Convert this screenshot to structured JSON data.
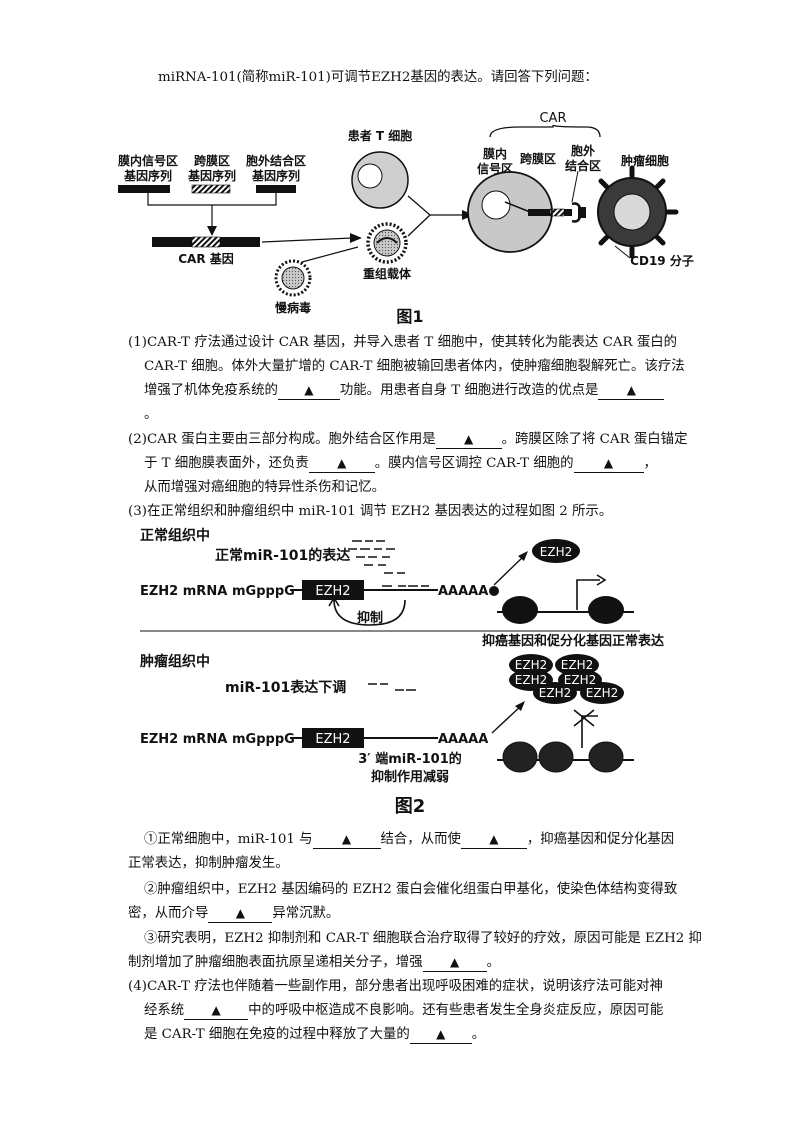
{
  "intro": "miRNA-101(简称miR-101)可调节EZH2基因的表达。请回答下列问题：",
  "blank_symbol": "▲",
  "fig1": {
    "caption": "图1",
    "patient_t_cell": "患者 T 细胞",
    "seg1_line1": "膜内信号区",
    "seg1_line2": "基因序列",
    "seg2_line1": "跨膜区",
    "seg2_line2": "基因序列",
    "seg3_line1": "胞外结合区",
    "seg3_line2": "基因序列",
    "car_gene": "CAR 基因",
    "lentivirus": "慢病毒",
    "recombinant_vector": "重组载体",
    "car": "CAR",
    "intra_line1": "膜内",
    "intra_line2": "信号区",
    "transmembrane": "跨膜区",
    "extra_line1": "胞外",
    "extra_line2": "结合区",
    "tumor_cell": "肿瘤细胞",
    "cd19": "CD19 分子"
  },
  "q1": {
    "l1": "(1)CAR-T 疗法通过设计 CAR 基因，并导入患者 T 细胞中，使其转化为能表达 CAR 蛋白的",
    "l2": "CAR-T 细胞。体外大量扩增的 CAR-T 细胞被输回患者体内，使肿瘤细胞裂解死亡。该疗法",
    "l3a": "增强了机体免疫系统的",
    "l3b": "功能。用患者自身 T 细胞进行改造的优点是",
    "l4": "。"
  },
  "q2": {
    "l1a": "(2)CAR 蛋白主要由三部分构成。胞外结合区作用是",
    "l1b": "。跨膜区除了将 CAR 蛋白锚定",
    "l2a": "于 T 细胞膜表面外，还负责",
    "l2b": "。膜内信号区调控 CAR-T 细胞的",
    "l2c": "，",
    "l3": "从而增强对癌细胞的特异性杀伤和记忆。"
  },
  "q3": {
    "l1": "(3)在正常组织和肿瘤组织中 miR-101 调节 EZH2 基因表达的过程如图 2 所示。"
  },
  "fig2": {
    "caption": "图2",
    "normal_tissue": "正常组织中",
    "normal_expression": "正常miR-101的表达",
    "mrna_label": "EZH2 mRNA",
    "cap": "mGpppG",
    "ezh2": "EZH2",
    "polya": "AAAAA",
    "inhibit": "抑制",
    "normal_result": "抑癌基因和促分化基因正常表达",
    "tumor_tissue": "肿瘤组织中",
    "downregulated": "miR-101表达下调",
    "weakened_l1": "3′ 端miR-101的",
    "weakened_l2": "抑制作用减弱"
  },
  "q3_sub": {
    "a1a": "①正常细胞中，miR-101 与",
    "a1b": "结合，从而使",
    "a1c": "，抑癌基因和促分化基因",
    "a2": "正常表达，抑制肿瘤发生。",
    "b1": "②肿瘤组织中，EZH2 基因编码的 EZH2 蛋白会催化组蛋白甲基化，使染色体结构变得致",
    "b2a": "密，从而介导",
    "b2b": "异常沉默。",
    "c1": "③研究表明，EZH2 抑制剂和 CAR-T 细胞联合治疗取得了较好的疗效，原因可能是 EZH2 抑",
    "c2a": "制剂增加了肿瘤细胞表面抗原呈递相关分子，增强",
    "c2b": "。"
  },
  "q4": {
    "l1": "(4)CAR-T 疗法也伴随着一些副作用，部分患者出现呼吸困难的症状，说明该疗法可能对神",
    "l2a": "经系统",
    "l2b": "中的呼吸中枢造成不良影响。还有些患者发生全身炎症反应，原因可能",
    "l3a": "是 CAR-T 细胞在免疫的过程中释放了大量的",
    "l3b": "。"
  }
}
